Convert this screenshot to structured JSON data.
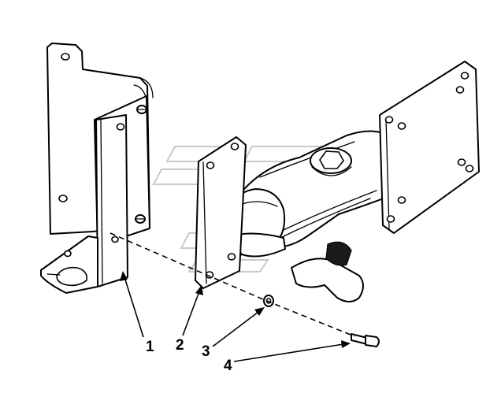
{
  "callouts": [
    {
      "number": "1",
      "part": "mounting-bracket"
    },
    {
      "number": "2",
      "part": "gasket-plate"
    },
    {
      "number": "3",
      "part": "washer"
    },
    {
      "number": "4",
      "part": "bolt"
    }
  ],
  "colors": {
    "line": "#000000",
    "background": "#ffffff",
    "watermark": "#c9c9c9"
  }
}
